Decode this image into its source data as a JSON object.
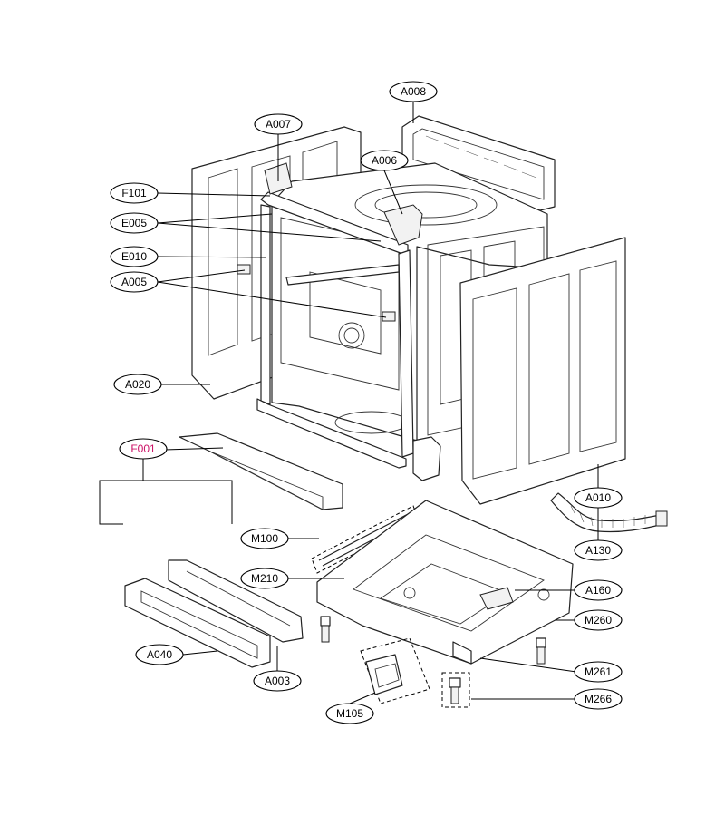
{
  "colors": {
    "line": "#222222",
    "label_highlight": "#cc1166",
    "background": "#ffffff"
  },
  "labels": {
    "A008": "A008",
    "A007": "A007",
    "A006": "A006",
    "F101": "F101",
    "E005": "E005",
    "E010": "E010",
    "A005": "A005",
    "A020": "A020",
    "F001": "F001",
    "A010": "A010",
    "A130": "A130",
    "M100": "M100",
    "M210": "M210",
    "A160": "A160",
    "M260": "M260",
    "A040": "A040",
    "A003": "A003",
    "M261": "M261",
    "M266": "M266",
    "M105": "M105"
  }
}
